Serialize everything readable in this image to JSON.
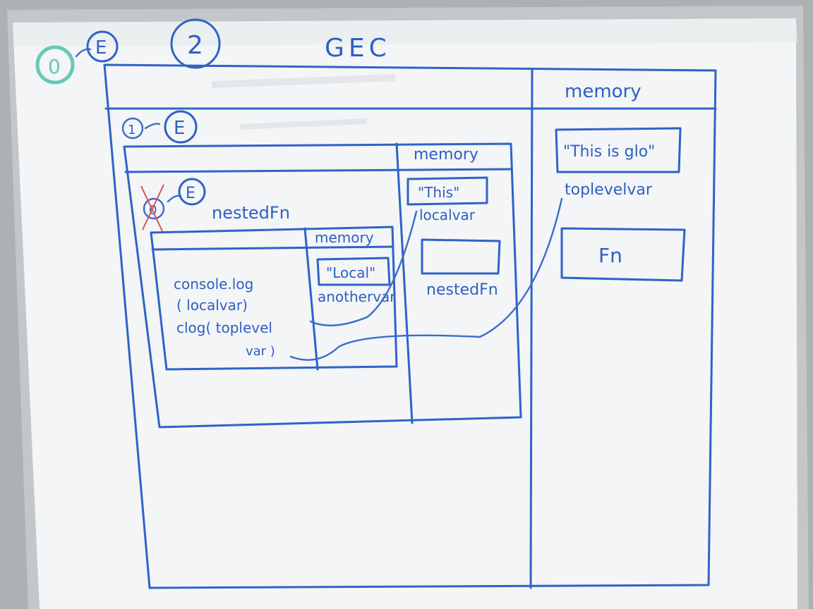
{
  "whiteboard": {
    "title": "GEC",
    "colors": {
      "board": "#f4f6f7",
      "frame": "#b9bcbe",
      "ink": "#2f63c8",
      "teal_ink": "#66c9b8",
      "red_ink": "#d9534f"
    },
    "top_markers": {
      "teal_circle": "0",
      "arrow_circle": "E",
      "circle_2": "2"
    },
    "gec": {
      "memory_header": "memory",
      "memory_items": [
        {
          "label": "\"This is glo\"",
          "boxed": true
        },
        {
          "label": "toplevelvar",
          "boxed": false
        },
        {
          "label": "Fn",
          "boxed": true
        }
      ]
    },
    "outer_fn": {
      "markers": {
        "circle": "1",
        "arrow_circle": "E"
      },
      "memory_header": "memory",
      "memory_items": [
        {
          "label": "\"This\"",
          "boxed": true
        },
        {
          "label": "localvar",
          "boxed": false
        },
        {
          "label": "",
          "boxed": true
        },
        {
          "label": "nestedFn",
          "boxed": false
        }
      ]
    },
    "nested_fn": {
      "label": "nestedFn",
      "markers": {
        "circle": "0",
        "arrow_circle": "E"
      },
      "memory_header": "memory",
      "memory_items": [
        {
          "label": "\"Local\"",
          "boxed": true
        },
        {
          "label": "anothervar",
          "boxed": false
        }
      ],
      "code_lines": [
        "console.log",
        "( localvar)",
        "clog( toplevel",
        "var )"
      ]
    }
  }
}
